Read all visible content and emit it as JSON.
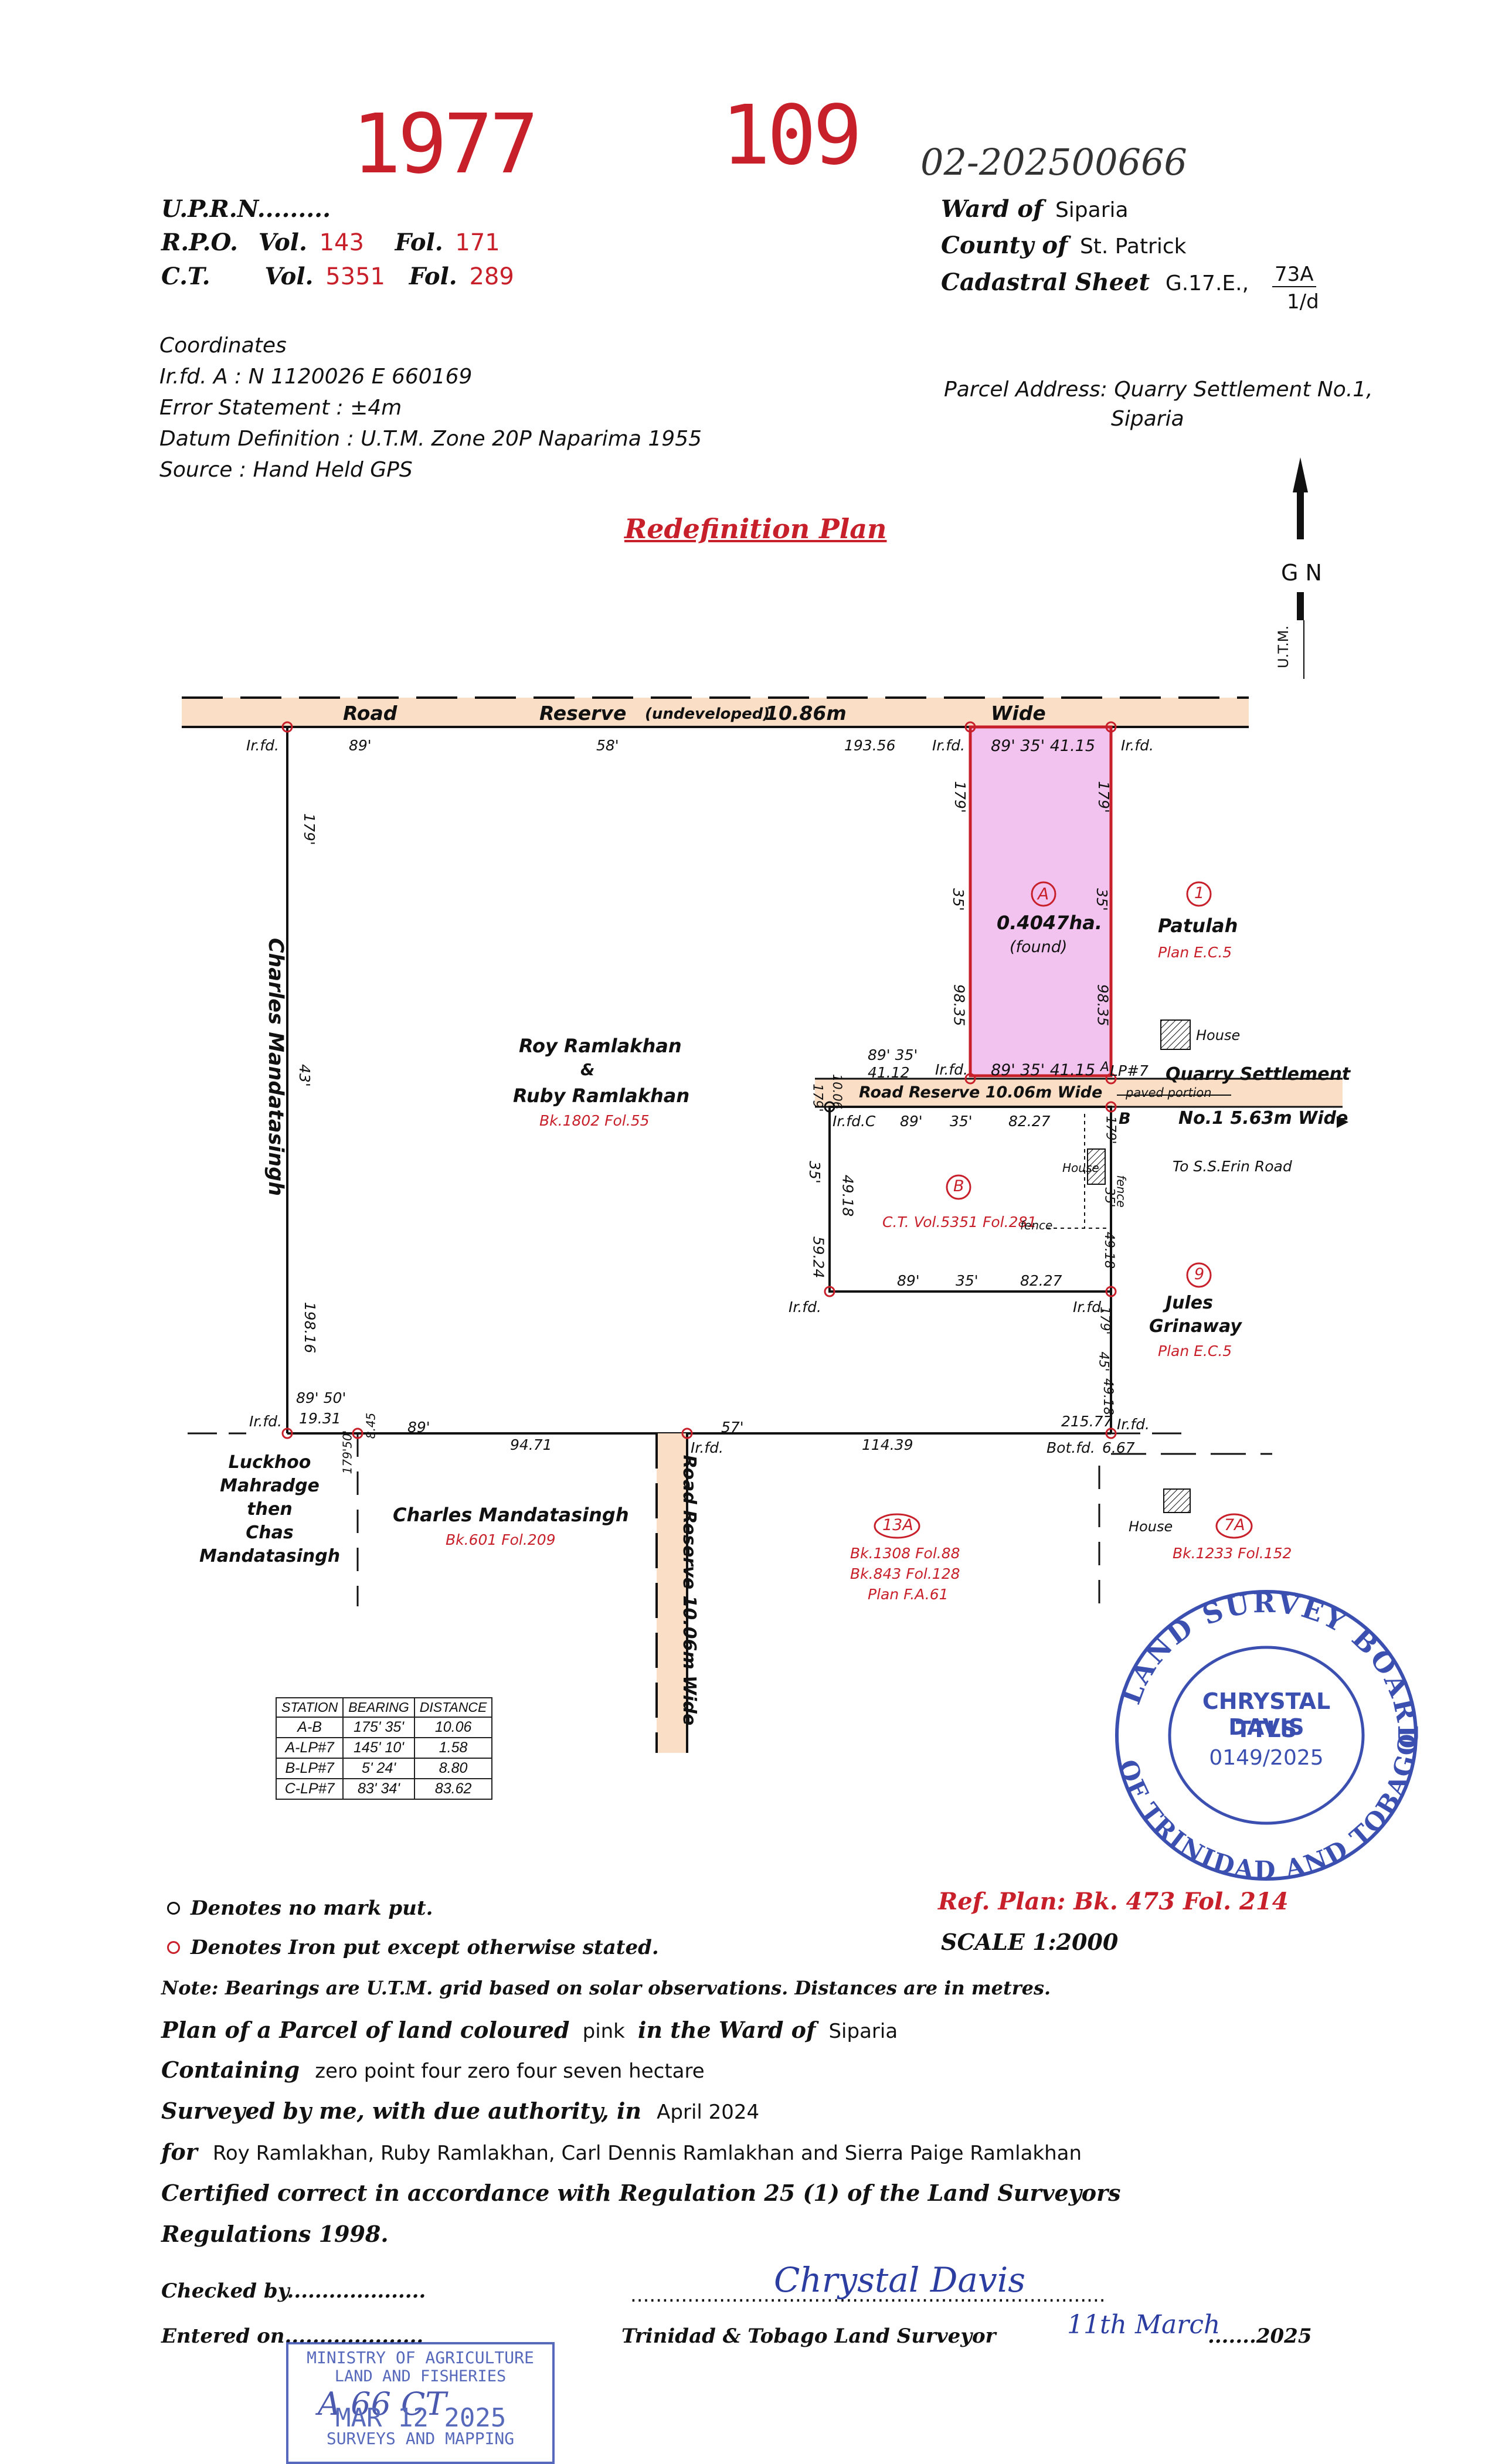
{
  "header": {
    "stamp_year": "1977",
    "stamp_number": "109",
    "file_number": "02-202500666",
    "uprn_label": "U.P.R.N.........",
    "rpo_label": "R.P.O.",
    "vol_label": "Vol.",
    "fol_label": "Fol.",
    "rpo_vol": "143",
    "rpo_fol": "171",
    "ct_label": "C.T.",
    "ct_vol": "5351",
    "ct_fol": "289",
    "ward_label": "Ward of",
    "ward": "Siparia",
    "county_label": "County of",
    "county": "St. Patrick",
    "cadastral_label": "Cadastral Sheet",
    "cadastral_sheet": "G.17.E.,",
    "cadastral_num": "73A",
    "cadastral_den": "1/d"
  },
  "coordinates": {
    "title": "Coordinates",
    "line1": "Ir.fd. A : N 1120026  E 660169",
    "line2": "Error Statement   : ±4m",
    "line3": "Datum Definition : U.T.M. Zone 20P Naparima 1955",
    "line4": "Source : Hand Held GPS"
  },
  "parcel_address": {
    "label": "Parcel Address:",
    "line1": "Quarry Settlement No.1,",
    "line2": "Siparia"
  },
  "plan_title": "Redefinition Plan",
  "north": {
    "label": "G N",
    "utm": "U.T.M."
  },
  "map": {
    "road_top": [
      "Road",
      "Reserve",
      "(undeveloped)",
      "10.86m",
      "Wide"
    ],
    "irfd": "Ir.fd.",
    "top_bearing_1": "89'",
    "top_bearing_2": "58'",
    "top_dist": "193.56",
    "top_parcel_bearing": "89' 35' 41.15",
    "west_b1": "179'",
    "west_b2": "43'",
    "west_dist": "198.16",
    "west_owner": "Charles Mandatasingh",
    "parcel_a_b1": "179'",
    "parcel_a_b2": "35'",
    "parcel_a_dist": "98.35",
    "parcel_a_label": "A",
    "parcel_a_area": "0.4047ha.",
    "parcel_a_found": "(found)",
    "parcel_a_bottom": "89' 35' 41.15",
    "parcel_a_bottom_w1": "89' 35'",
    "parcel_a_bottom_w2": "41.12",
    "lot1_num": "1",
    "lot1_name": "Patulah",
    "lot1_plan": "Plan E.C.5",
    "house": "House",
    "lp7": "LP#7",
    "quarry1": "Quarry Settlement",
    "quarry2": "No.1  5.63m Wide",
    "paved": "paved portion",
    "to_road": "To S.S.Erin Road",
    "road_reserve_mid": "Road Reserve 10.06m Wide",
    "road_mid_b": "179'",
    "road_mid_d": "10.06",
    "point_a": "A",
    "point_b": "B",
    "owner_main_1": "Roy Ramlakhan",
    "owner_main_amp": "&",
    "owner_main_2": "Ruby Ramlakhan",
    "owner_main_ref": "Bk.1802 Fol.55",
    "irfdc": "Ir.fd.C",
    "b_top_bear": "89'",
    "b_top_bear2": "35'",
    "b_top_dist": "82.27",
    "b_label": "B",
    "b_ref": "C.T. Vol.5351 Fol.281",
    "fence": "fence",
    "b_west_b": "35'",
    "b_west_d": "49.18",
    "b_west_d2": "59.24",
    "b_bottom_bear": "89'",
    "b_bottom_bear2": "35'",
    "b_bottom_dist": "82.27",
    "b_east_b": "179'",
    "b_east_b2": "35'",
    "b_east_d": "49.18",
    "lot9_num": "9",
    "lot9_name1": "Jules",
    "lot9_name2": "Grinaway",
    "lot9_plan": "Plan E.C.5",
    "east_b1": "179'",
    "east_b2": "45'",
    "east_d": "49.18",
    "sw_bear": "89' 50'",
    "sw_dist": "19.31",
    "sw_small1": "179'50'",
    "sw_small2": "8.45",
    "bot_bear1": "89'",
    "bot_dist1": "94.71",
    "bot_bear2": "57'",
    "bot_dist2": "114.39",
    "bot_total": "215.77",
    "botfd": "Bot.fd.",
    "bot_small": "6.67",
    "luckhoo": [
      "Luckhoo",
      "Mahradge",
      "then",
      "Chas",
      "Mandatasingh"
    ],
    "charles2": "Charles Mandatasingh",
    "charles2_ref": "Bk.601 Fol.209",
    "road_south": "Road Reserve 10.06m Wide",
    "lot13a_num": "13A",
    "lot13a_ref1": "Bk.1308 Fol.88",
    "lot13a_ref2": "Bk.843 Fol.128",
    "lot13a_ref3": "Plan F.A.61",
    "lot7a_num": "7A",
    "lot7a_ref": "Bk.1233 Fol.152"
  },
  "station_table": {
    "headers": [
      "STATION",
      "BEARING",
      "DISTANCE"
    ],
    "rows": [
      [
        "A-B",
        "175' 35'",
        "10.06"
      ],
      [
        "A-LP#7",
        "145' 10'",
        "1.58"
      ],
      [
        "B-LP#7",
        "5' 24'",
        "8.80"
      ],
      [
        "C-LP#7",
        "83' 34'",
        "83.62"
      ]
    ]
  },
  "seal": {
    "ring_top": "LAND SURVEY BOARD",
    "ring_bottom": "OF TRINIDAD AND TOBAGO",
    "name": "CHRYSTAL DAVIS",
    "title": "TTLS",
    "number": "0149/2025"
  },
  "legend": {
    "no_mark": "Denotes no mark put.",
    "iron_put": "Denotes Iron put except otherwise stated.",
    "ref_plan": "Ref. Plan: Bk. 473 Fol. 214",
    "scale": "SCALE 1:2000"
  },
  "notes": {
    "note": "Note: Bearings are U.T.M. grid based on solar observations.  Distances are in metres.",
    "plan_of": "Plan of a Parcel of land coloured",
    "pink": "pink",
    "in_ward": "in the Ward of",
    "ward": "Siparia",
    "containing": "Containing",
    "containing_val": "zero point four zero four seven hectare",
    "surveyed": "Surveyed by me, with due authority, in",
    "surveyed_date": "April 2024",
    "for_label": "for",
    "for_names": "Roy Ramlakhan, Ruby Ramlakhan, Carl Dennis Ramlakhan and Sierra Paige Ramlakhan",
    "certified1": "Certified correct in accordance with Regulation 25 (1) of the Land Surveyors",
    "certified2": "Regulations 1998.",
    "checked": "Checked by....................",
    "entered": "Entered on....................",
    "signature_line": "...........................................................................",
    "signature": "Chrystal Davis",
    "surveyor": "Trinidad & Tobago Land Surveyor",
    "sign_date": "11th March",
    "year": ".......2025"
  },
  "ministry_stamp": {
    "line1": "MINISTRY OF AGRICULTURE",
    "line2": "LAND AND FISHERIES",
    "hand": "A 66 CT",
    "date": "MAR 12 2025",
    "line4": "SURVEYS AND MAPPING"
  }
}
